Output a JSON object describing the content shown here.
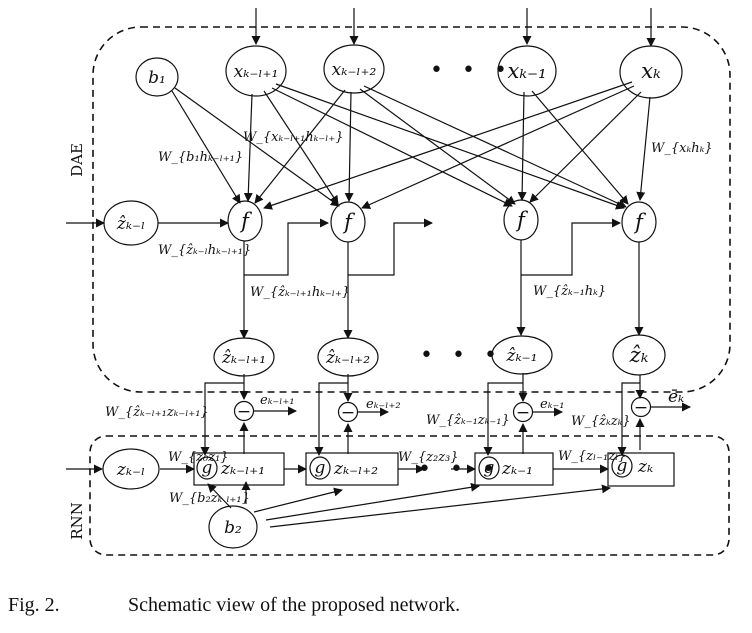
{
  "sections": {
    "dae": "DAE",
    "rnn": "RNN"
  },
  "nodes": {
    "b1": "b₁",
    "x1": "xₖ₋ₗ₊₁",
    "x2": "xₖ₋ₗ₊₂",
    "x3": "xₖ₋₁",
    "x4": "xₖ",
    "zhat_in": "ẑₖ₋ₗ",
    "f": "f",
    "zhat1": "ẑₖ₋ₗ₊₁",
    "zhat2": "ẑₖ₋ₗ₊₂",
    "zhat3": "ẑₖ₋₁",
    "zhat4": "ẑₖ",
    "minus": "−",
    "z_in": "zₖ₋ₗ",
    "g": "g",
    "z1": "zₖ₋ₗ₊₁",
    "z2": "zₖ₋ₗ₊₂",
    "z3": "zₖ₋₁",
    "z4": "zₖ",
    "b2": "b₂"
  },
  "dots": "• • •",
  "weights": {
    "w_b1_h": "W_{b₁hₖ₋ₗ₊₁}",
    "w_x1_h": "W_{xₖ₋ₗ₊₁hₖ₋ₗ₊}",
    "w_xk_h": "W_{xₖhₖ}",
    "w_zhat_in_h": "W_{ẑₖ₋ₗhₖ₋ₗ₊₁}",
    "w_zhat1_h": "W_{ẑₖ₋ₗ₊₁hₖ₋ₗ₊}",
    "w_zhat3_h": "W_{ẑₖ₋₁hₖ}",
    "w_zhat1_z": "W_{ẑₖ₋ₗ₊₁zₖ₋ₗ₊₁}",
    "w_zhat3_z": "W_{ẑₖ₋₁zₖ₋₁}",
    "w_zhat4_z": "W_{ẑₖzₖ}",
    "w_z0_z1": "W_{z₀z₁}",
    "w_z2_z3": "W_{z₂z₃}",
    "w_zl1_zl": "W_{zₗ₋₁zₗ}",
    "w_b2_z": "W_{b₂zₖ ₗ₊₁}"
  },
  "errors": {
    "e1": "eₖ₋ₗ₊₁",
    "e2": "eₖ₋ₗ₊₂",
    "e3": "eₖ₋₁",
    "e4": "ēₖ"
  },
  "caption": {
    "number": "Fig. 2.",
    "text": "Schematic view of the proposed network."
  }
}
